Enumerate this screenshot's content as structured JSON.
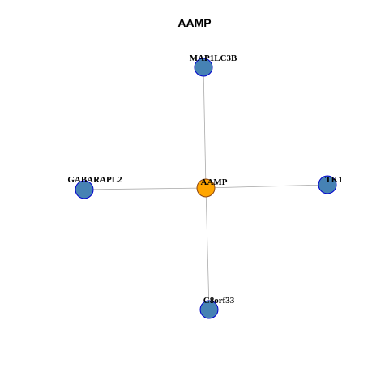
{
  "title": "AAMP",
  "colors": {
    "center_fill": "#FFA500",
    "neighbor_fill": "#4682B4",
    "center_stroke": "#8B4513",
    "neighbor_stroke": "#0000CD",
    "edge": "#AAAAAA"
  },
  "nodes": [
    {
      "id": "AAMP",
      "label": "AAMP",
      "role": "center"
    },
    {
      "id": "MAP1LC3B",
      "label": "MAP1LC3B",
      "role": "neighbor"
    },
    {
      "id": "GABARAPL2",
      "label": "GABARAPL2",
      "role": "neighbor"
    },
    {
      "id": "TK1",
      "label": "TK1",
      "role": "neighbor"
    },
    {
      "id": "C8orf33",
      "label": "C8orf33",
      "role": "neighbor"
    }
  ],
  "edges": [
    {
      "source": "AAMP",
      "target": "MAP1LC3B"
    },
    {
      "source": "AAMP",
      "target": "GABARAPL2"
    },
    {
      "source": "AAMP",
      "target": "TK1"
    },
    {
      "source": "AAMP",
      "target": "C8orf33"
    }
  ]
}
